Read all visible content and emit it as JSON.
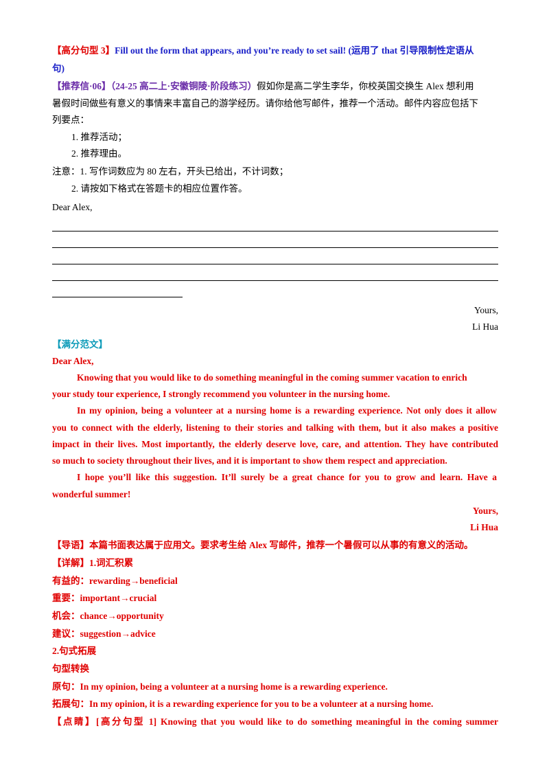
{
  "section1": {
    "line1_tag": "【高分句型 3】",
    "line1_text": "Fill out the form that appears, and you’re ready to set sail! (运用了 that 引导限制性定语从",
    "line2_text": "句)"
  },
  "task": {
    "tag": "【推荐信·06】",
    "source": "（24-25 高二上·安徽铜陵·阶段练习）",
    "line1_rest": "假如你是高二学生李华，你校英国交换生 Alex 想利用",
    "line2": "暑假时间做些有意义的事情来丰富自己的游学经历。请你给他写邮件，推荐一个活动。邮件内容应包括下",
    "line3": "列要点：",
    "points": [
      "1. 推荐活动；",
      "2. 推荐理由。"
    ],
    "note1": "注意：1. 写作词数应为 80 左右，开头已给出，不计词数；",
    "note2": "2. 请按如下格式在答题卡的相应位置作答。",
    "salutation": "Dear Alex,",
    "closing": "Yours,",
    "signature": "Li Hua"
  },
  "model": {
    "tag": "【满分范文】",
    "salutation": "Dear Alex,",
    "p1_l1": "Knowing that you would like to do something meaningful in the coming summer vacation to enrich",
    "p1_l2": "your study tour experience, I strongly recommend you volunteer in the nursing home.",
    "p2_l1": "In my opinion, being a volunteer at a nursing home is a rewarding experience. Not only does it allow",
    "p2_l2": "you to connect with the elderly, listening to their stories and talking with them, but it also makes a positive",
    "p2_l3": "impact in their lives. Most importantly, the elderly deserve love, care, and attention. They have contributed",
    "p2_l4": "so much to society throughout their lives, and it is important to show them respect and appreciation.",
    "p3_l1": "I hope you’ll like this suggestion. It’ll surely be a great chance for you to grow and learn. Have a",
    "p3_l2": "wonderful summer!",
    "closing": "Yours,",
    "signature": "Li Hua"
  },
  "analysis": {
    "guide": "【导语】本篇书面表达属于应用文。要求考生给 Alex 写邮件，推荐一个暑假可以从事的有意义的活动。",
    "detail": "【详解】1.词汇积累",
    "vocab": [
      "有益的：rewarding→beneficial",
      "重要：important→crucial",
      "机会：chance→opportunity",
      "建议：suggestion→advice"
    ],
    "sentence_ext": "2.句式拓展",
    "transform": "句型转换",
    "original": "原句：In my opinion, being a volunteer at a nursing home is a rewarding experience.",
    "extended": "拓展句：In my opinion, it is a rewarding experience for you to be a volunteer at a nursing home.",
    "highlight": "【点睛】[高分句型 1] Knowing that you would like to do something meaningful in the coming summer"
  }
}
